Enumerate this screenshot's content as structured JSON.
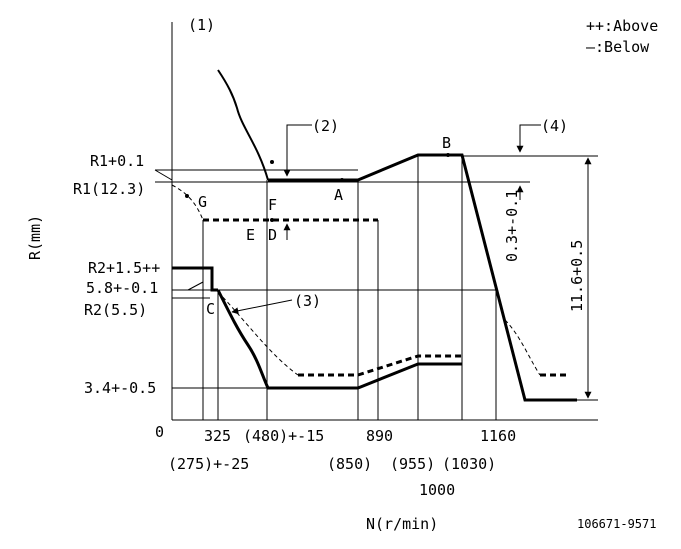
{
  "legend": {
    "above": "++:Above",
    "below": "—:Below"
  },
  "callouts": {
    "c1": "(1)",
    "c2": "(2)",
    "c3": "(3)",
    "c4": "(4)"
  },
  "axes": {
    "ylabel": "R(mm)",
    "xlabel": "N(r/min)",
    "origin": "0"
  },
  "y_labels": {
    "r1_plus": "R1+0.1",
    "r1": "R1(12.3)",
    "r2_plus": "R2+1.5++",
    "v58": "5.8+-0.1",
    "r2": "R2(5.5)",
    "v34": "3.4+-0.5"
  },
  "x_labels": {
    "n325": "325",
    "n480": "(480)+-15",
    "n890": "890",
    "n1160": "1160",
    "n275": "(275)+-25",
    "n850": "(850)",
    "n955": "(955)",
    "n1030": "(1030)",
    "n1000": "1000"
  },
  "dims": {
    "d03": "0.3+-0.1",
    "d116": "11.6+0.5"
  },
  "points": {
    "A": "A",
    "B": "B",
    "C": "C",
    "D": "D",
    "E": "E",
    "F": "F",
    "G": "G"
  },
  "figure_id": "106671-9571"
}
